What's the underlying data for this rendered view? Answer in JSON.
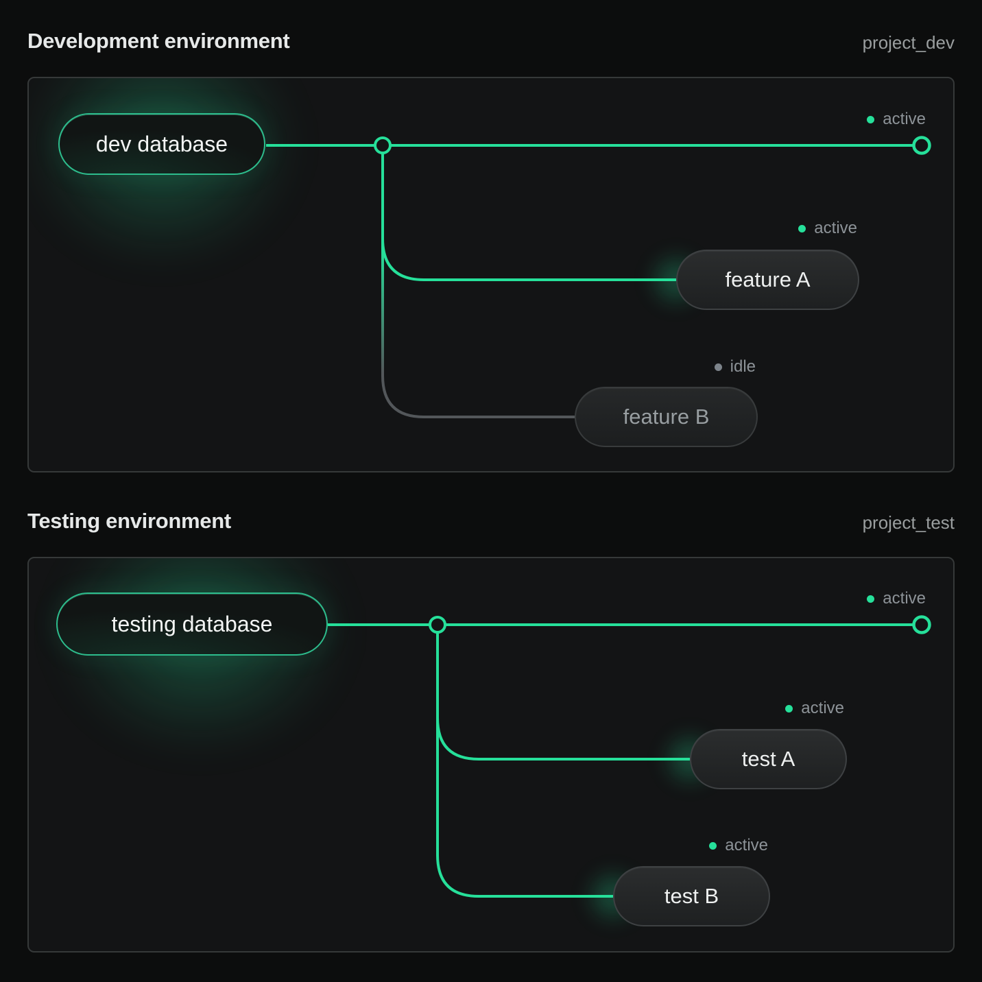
{
  "colors": {
    "accent_green": "#26e09a",
    "idle_line_gray": "#53575a",
    "panel_border": "#363939",
    "status_text_gray": "#8d9398",
    "background": "#0c0d0d"
  },
  "sections": [
    {
      "title": "Development environment",
      "project": "project_dev",
      "database": {
        "label": "dev database"
      },
      "trunk_status": "active",
      "branches": [
        {
          "label": "feature A",
          "status": "active"
        },
        {
          "label": "feature B",
          "status": "idle"
        }
      ]
    },
    {
      "title": "Testing environment",
      "project": "project_test",
      "database": {
        "label": "testing database"
      },
      "trunk_status": "active",
      "branches": [
        {
          "label": "test A",
          "status": "active"
        },
        {
          "label": "test B",
          "status": "active"
        }
      ]
    }
  ]
}
